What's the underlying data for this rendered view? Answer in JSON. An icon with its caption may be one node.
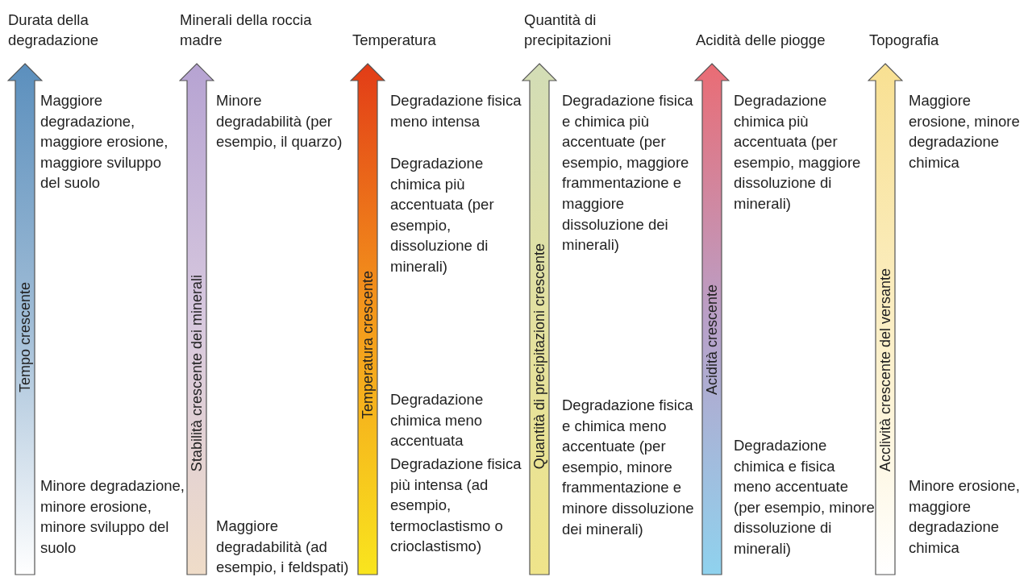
{
  "diagram": {
    "nodes": [
      {
        "text": [
          "Tempo crescente"
        ]
      },
      {
        "text": [
          "Stabilità crescente dei minerali"
        ]
      },
      {
        "text": [
          "Temperatura crescente"
        ]
      },
      {
        "text": [
          "Quantità di precipitazioni crescente"
        ]
      },
      {
        "text": [
          "Acidità crescente"
        ]
      },
      {
        "text": [
          "Acclività crescente del versante"
        ]
      }
    ],
    "edges": [],
    "labels": [
      "Durata della degradazione",
      "Maggiore degradazione, maggiore erosione, maggiore sviluppo del suolo",
      "Minore degradazione, minore erosione, minore sviluppo del suolo",
      "Minerali della roccia madre",
      "Minore degradabilità (per esempio, il quarzo)",
      "Maggiore degradabilità (ad esempio, i feldspati)",
      "Temperatura",
      "Degradazione fisica meno intensa",
      "Degradazione chimica più accentuata (per esempio, dissoluzione di minerali)",
      "Degradazione chimica meno accentuata",
      "Degradazione fisica più intensa (ad esempio, termoclastismo o crioclastismo)",
      "Quantità di precipitazioni",
      "Degradazione fisica e chimica più accentuate (per esempio, maggiore frammentazione e maggiore dissoluzione dei minerali)",
      "Degradazione fisica e chimica meno accentuate (per esempio, minore frammentazione e minore dissoluzione dei minerali)",
      "Acidità delle piogge",
      "Degradazione chimica più accentuata (per esempio, maggiore dissoluzione di minerali)",
      "Degradazione chimica e fisica meno accentuate (per esempio, minore dissoluzione di minerali)",
      "Topografia",
      "Maggiore erosione, minore degradazione chimica",
      "Minore erosione, maggiore degradazione chimica"
    ]
  }
}
